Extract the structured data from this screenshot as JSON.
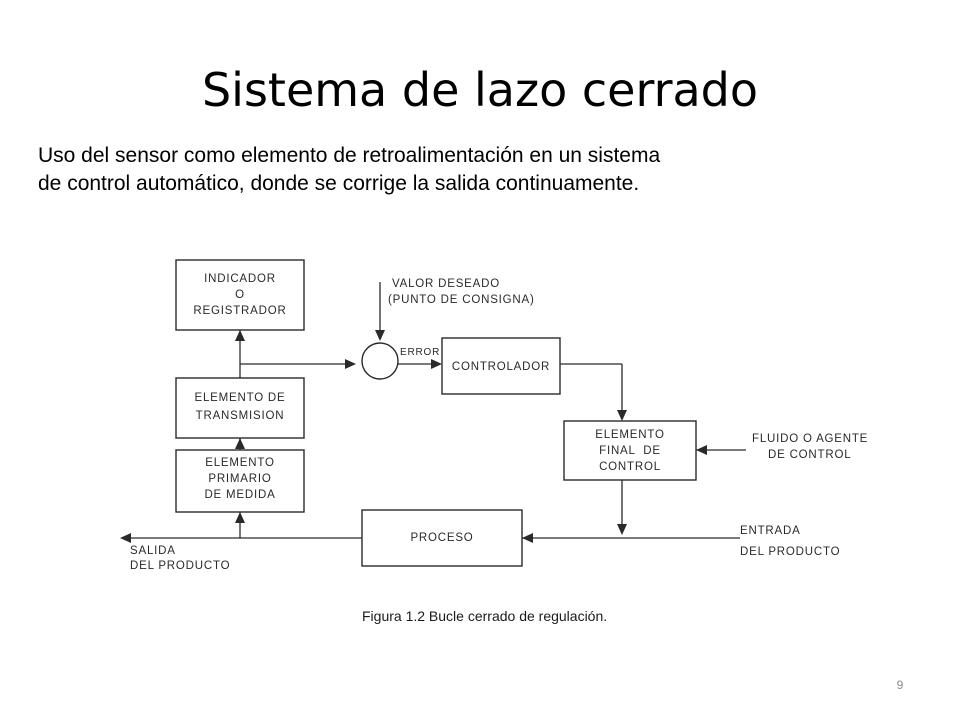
{
  "slide": {
    "title": "Sistema de lazo cerrado",
    "subtitle_line1": "Uso del sensor como elemento de retroalimentación en un sistema",
    "subtitle_line2": "de control automático, donde se corrige la salida continuamente.",
    "page_number": "9"
  },
  "diagram": {
    "blocks": {
      "indicador": [
        "INDICADOR",
        "O",
        "REGISTRADOR"
      ],
      "transmision": [
        "ELEMENTO DE",
        "TRANSMISION"
      ],
      "primario": [
        "ELEMENTO",
        "PRIMARIO",
        "DE MEDIDA"
      ],
      "controlador": [
        "CONTROLADOR"
      ],
      "final": [
        "ELEMENTO",
        "FINAL  DE",
        "CONTROL"
      ],
      "proceso": [
        "PROCESO"
      ]
    },
    "labels": {
      "valor_deseado": [
        "VALOR DESEADO",
        "(PUNTO DE CONSIGNA)"
      ],
      "error": "ERROR",
      "fluido": [
        "FLUIDO O AGENTE",
        "DE CONTROL"
      ],
      "entrada": [
        "ENTRADA",
        "DEL PRODUCTO"
      ],
      "salida": [
        "SALIDA",
        "DEL PRODUCTO"
      ]
    },
    "caption": "Figura 1.2 Bucle cerrado de regulación."
  }
}
